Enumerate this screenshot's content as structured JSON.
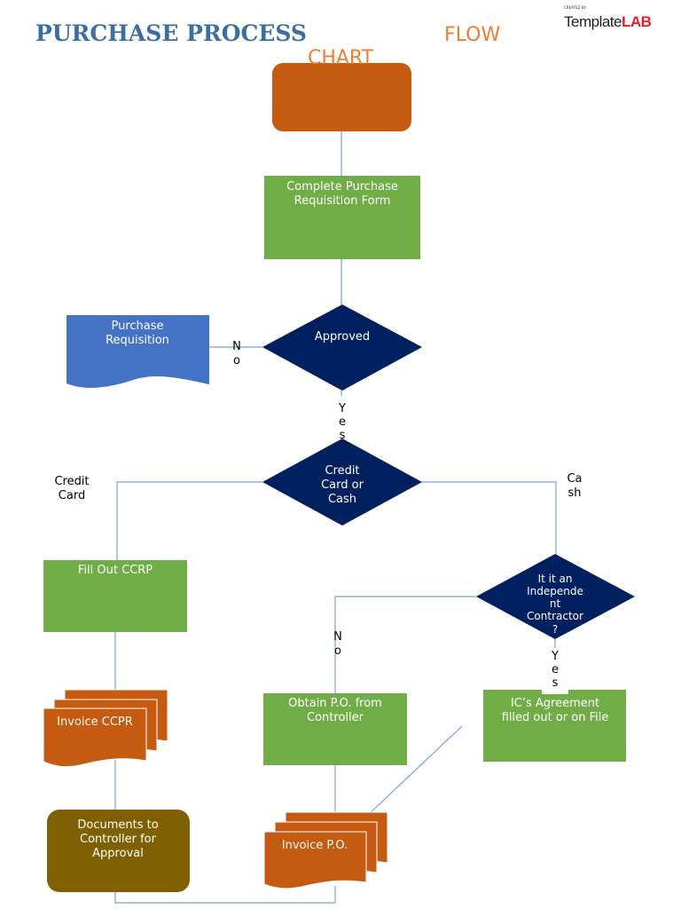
{
  "title": {
    "part1": "PURCHASE PROCESS",
    "part2": "FLOW",
    "part3": "CHART"
  },
  "logo": {
    "small": "CREATED BY",
    "text1": "Template",
    "text2": "LAB"
  },
  "colors": {
    "orange": "#c55a11",
    "green": "#70ad47",
    "navy": "#002060",
    "blue": "#4472c4",
    "olive": "#7f6000",
    "line": "#7b9fd4",
    "title_blue": "#3c6e9f",
    "title_orange": "#ed7d31"
  },
  "nodes": {
    "form": [
      "Complete Purchase",
      "Requisition Form"
    ],
    "approved": [
      "Approved"
    ],
    "requisition": [
      "Purchase",
      "Requisition"
    ],
    "payment": [
      "Credit",
      "Card or",
      "Cash"
    ],
    "ccrp": [
      "Fill Out CCRP"
    ],
    "contractor": [
      "It it an",
      "Independe",
      "nt",
      "Contractor",
      "?"
    ],
    "invoice_ccpr": [
      "Invoice CCPR"
    ],
    "obtain_po": [
      "Obtain P.O. from",
      "Controller"
    ],
    "ic_agreement": [
      "IC’s Agreement",
      "filled out or on File"
    ],
    "documents": [
      "Documents to",
      "Controller for",
      "Approval"
    ],
    "invoice_po": [
      "Invoice P.O."
    ]
  },
  "labels": {
    "no1": [
      "N",
      "o"
    ],
    "yes1": [
      "Y",
      "e",
      "s"
    ],
    "credit_card": [
      "Credit",
      "Card"
    ],
    "cash": [
      "Ca",
      "sh"
    ],
    "no2": [
      "N",
      "o"
    ],
    "yes2": [
      "Y",
      "e",
      "s"
    ]
  }
}
